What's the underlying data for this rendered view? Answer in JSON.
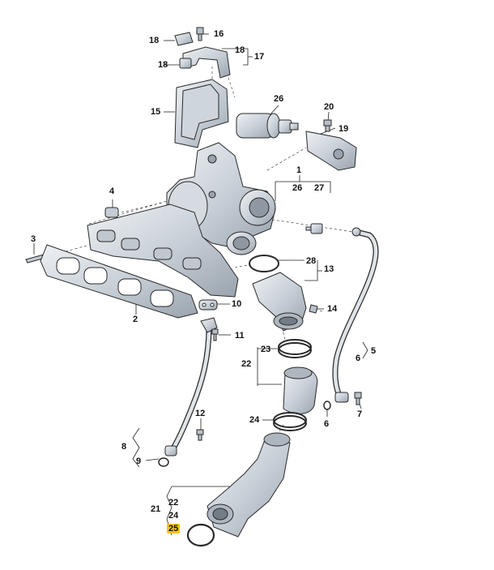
{
  "diagram": {
    "labels": {
      "l1": "1",
      "l2": "2",
      "l3": "3",
      "l4": "4",
      "l5": "5",
      "l6a": "6",
      "l6b": "6",
      "l7": "7",
      "l8": "8",
      "l9": "9",
      "l10": "10",
      "l11": "11",
      "l12": "12",
      "l13": "13",
      "l14": "14",
      "l15": "15",
      "l16": "16",
      "l17": "17",
      "l18a": "18",
      "l18b": "18",
      "l18c": "18",
      "l19": "19",
      "l20": "20",
      "l21": "21",
      "l22a": "22",
      "l22b": "22",
      "l23": "23",
      "l24a": "24",
      "l24b": "24",
      "l25": "25",
      "l26a": "26",
      "l26b": "26",
      "l27": "27",
      "l28": "28"
    },
    "highlight_color": "#f5c518",
    "line_color": "#222222",
    "part_fill": "#d8dde3",
    "part_stroke": "#2a2a2a"
  }
}
